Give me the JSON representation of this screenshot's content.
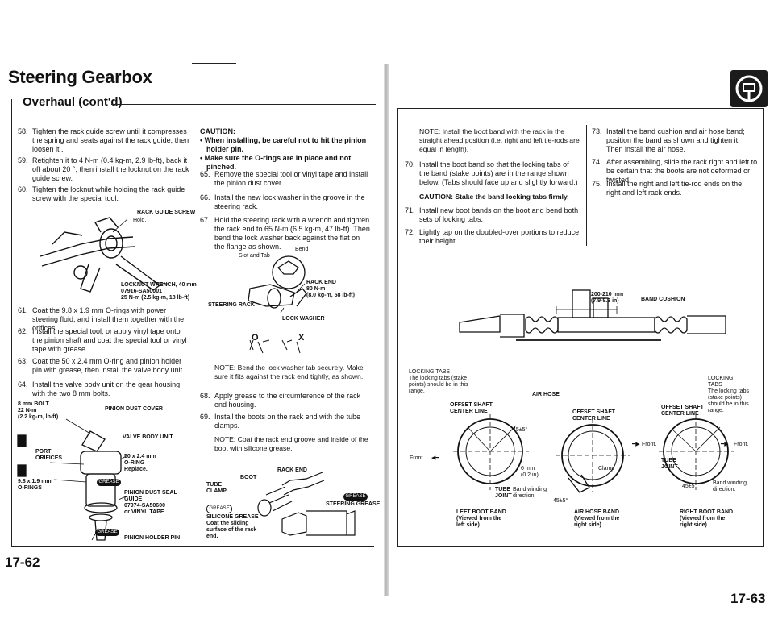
{
  "header": {
    "title": "Steering Gearbox",
    "subtitle": "Overhaul (cont'd)"
  },
  "pages": {
    "left": "17-62",
    "right": "17-63"
  },
  "left": {
    "steps": [
      {
        "num": "58.",
        "text": "Tighten the rack guide screw until it compresses the spring and seats against the rack guide, then loosen it ."
      },
      {
        "num": "59.",
        "text": "Retighten it to 4 N-m (0.4 kg-m, 2.9 lb-ft), back it off about 20 °, then install the locknut on the rack guide screw."
      },
      {
        "num": "60.",
        "text": "Tighten the locknut while holding the rack guide screw with the special tool."
      },
      {
        "num": "61.",
        "text": "Coat the 9.8 x 1.9 mm O-rings with power steering fluid, and install them together with the orifices."
      },
      {
        "num": "62.",
        "text": "Install the special tool, or apply vinyl tape onto the pinion shaft and coat the special tool or vinyl tape with grease."
      },
      {
        "num": "63.",
        "text": "Coat the 50 x 2.4 mm O-ring and pinion holder pin with grease, then install the valve body unit."
      },
      {
        "num": "64.",
        "text": "Install the valve body unit on the gear housing with the two 8 mm bolts."
      }
    ],
    "fig1": {
      "rack_guide_screw": "RACK GUIDE SCREW",
      "hold": "Hold.",
      "locknut_wrench": "LOCKNUT WRENCH, 40 mm\n07916-SA50001\n25 N-m (2.5 kg-m, 18 lb-ft)"
    },
    "fig2": {
      "bolt": "8 mm BOLT\n22 N-m\n(2.2 kg-m, lb-ft)",
      "pinion_dust_cover": "PINION DUST COVER",
      "valve_body_unit": "VALVE BODY UNIT",
      "port_orifices": "PORT\nORIFICES",
      "o_ring": "50 x 2.4 mm\nO-RING\nReplace.",
      "o_rings_small": "9.8 x 1.9 mm\nO-RINGS",
      "seal_guide": "PINION DUST SEAL\nGUIDE\n07974-SA50600\nor VINYL TAPE",
      "holder_pin": "PINION HOLDER PIN",
      "grease": "GREASE"
    }
  },
  "middle": {
    "caution_title": "CAUTION:",
    "caution_items": [
      "When installing, be careful not to hit the pinion holder pin.",
      "Make sure the O-rings are in place and not pinched."
    ],
    "steps_a": [
      {
        "num": "65.",
        "text": "Remove the special tool or vinyl tape and install the pinion dust cover."
      },
      {
        "num": "66.",
        "text": "Install the new lock washer in the groove in the steering rack."
      },
      {
        "num": "67.",
        "text": "Hold the steering rack with a wrench and tighten the rack end to 65 N-m (6.5 kg-m, 47 lb-ft). Then bend the lock washer back against the flat on the flange as shown."
      }
    ],
    "fig3": {
      "slot_and_tab": "Slot and Tab",
      "bend": "Bend",
      "rack_end": "RACK END\n80 N-m\n(8.0 kg-m, 58 lb-ft)",
      "steering_rack": "STEERING RACK",
      "lock_washer": "LOCK WASHER",
      "ok": "O",
      "ng": "X"
    },
    "note67": "NOTE: Bend the lock washer tab securely. Make sure it fits against the rack end tightly, as shown.",
    "steps_b": [
      {
        "num": "68.",
        "text": "Apply grease to the circumference of the rack end housing."
      },
      {
        "num": "69.",
        "text": "Install the boots on the rack end with the tube clamps."
      }
    ],
    "note69": "NOTE: Coat the rack end groove and inside of the boot with silicone grease.",
    "fig4": {
      "rack_end": "RACK END",
      "boot": "BOOT",
      "tube_clamp": "TUBE\nCLAMP",
      "steering_grease": "STEERING GREASE",
      "silicone_grease": "SILICONE GREASE\nCoat the sliding\nsurface of the rack\nend.",
      "grease": "GREASE"
    }
  },
  "right": {
    "note_top": "NOTE: Install the boot band with the rack in the straight ahead position (i.e. right and left tie-rods are equal in length).",
    "steps_a": [
      {
        "num": "70.",
        "text": "Install the boot band so that the locking tabs of the band (stake points) are in the range shown below. (Tabs should face up and slightly forward.)"
      }
    ],
    "caution": "CAUTION: Stake the band locking tabs firmly.",
    "steps_b": [
      {
        "num": "71.",
        "text": "Install new boot bands on the boot and bend both sets of locking tabs."
      },
      {
        "num": "72.",
        "text": "Lightly tap on the doubled-over portions to reduce their height."
      }
    ],
    "steps_c": [
      {
        "num": "73.",
        "text": "Install the band cushion and air hose band; position the band as shown and tighten it. Then install the air hose."
      },
      {
        "num": "74.",
        "text": "After assembling, slide the rack right and left to be certain that the boots are not deformed or twisted."
      },
      {
        "num": "75.",
        "text": "Install the right and left tie-rod ends on the right and left rack ends."
      }
    ],
    "fig5": {
      "dimension": "200-210 mm\n(7.9-8.3 in)",
      "band_cushion": "BAND CUSHION",
      "locking_tabs_left": "LOCKING TABS\nThe locking tabs (stake\npoints) should be in this\nrange.",
      "air_hose": "AIR HOSE",
      "offset_left": "OFFSET SHAFT\nCENTER LINE",
      "offset_mid": "OFFSET SHAFT\nCENTER LINE",
      "offset_right": "OFFSET SHAFT\nCENTER LINE",
      "locking_tabs_right": "LOCKING\nTABS\nThe locking tabs\n(stake points)\nshould be in this\nrange.",
      "front_left": "Front.",
      "front_mid": "Front.",
      "front_right": "Front.",
      "angle_left": "45±5°",
      "angle_mid": "45±5°",
      "angle_right": "45±5°",
      "six_mm": "6 mm\n(0.2 in)",
      "tube_joint_left": "TUBE\nJOINT",
      "band_winding_left": "Band winding\ndirection",
      "clamp": "Clamp",
      "tube_joint_right": "TUBE\nJOINT",
      "band_winding_right": "Band winding\ndirection.",
      "left_boot_band": "LEFT BOOT BAND\n(Viewed from the\nleft side)",
      "air_hose_band": "AIR HOSE BAND\n(Viewed from the\nright side)",
      "right_boot_band": "RIGHT BOOT BAND\n(Viewed from the\nright side)"
    }
  },
  "icons": {
    "section": "steering-wheel-icon"
  }
}
